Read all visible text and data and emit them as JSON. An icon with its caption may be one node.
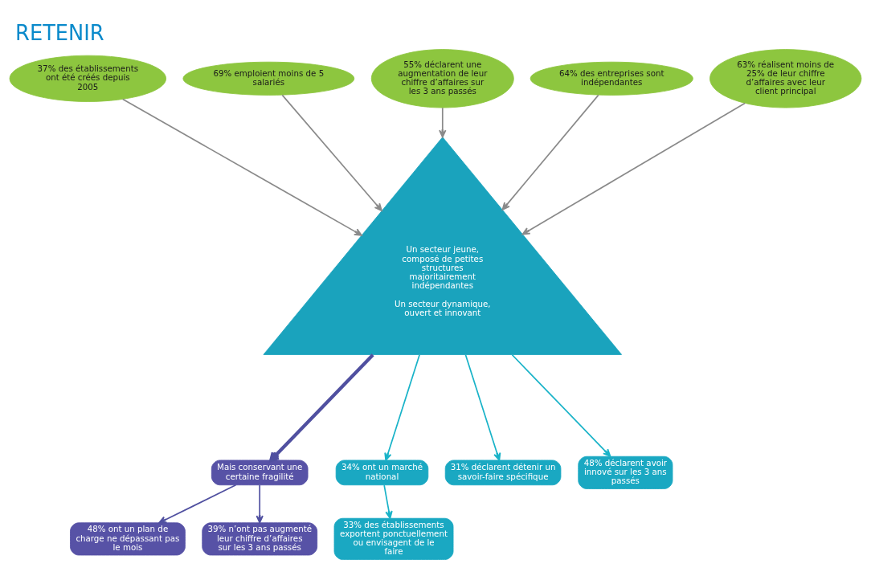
{
  "diagram": {
    "title": "RETENIR",
    "nodes": [
      {
        "text": [
          "37% des établissements ont été créés depuis 2005"
        ]
      },
      {
        "text": [
          "69% emploient moins de 5 salariés"
        ]
      },
      {
        "text": [
          "55% déclarent une augmentation de leur chiffre d’affaires sur les 3 ans passés"
        ]
      },
      {
        "text": [
          "64% des entreprises sont indépendantes"
        ]
      },
      {
        "text": [
          "63% réalisent moins de 25% de leur chiffre d’affaires avec leur client principal"
        ]
      },
      {
        "text": [
          "Un secteur jeune, composé de petites structures majoritairement indépendantes",
          "Un secteur dynamique, ouvert et innovant"
        ]
      },
      {
        "text": [
          "Mais conservant une certaine fragilité"
        ]
      },
      {
        "text": [
          "48% ont un plan de charge ne dépassant pas le mois"
        ]
      },
      {
        "text": [
          "39% n’ont pas augmenté leur chiffre d’affaires sur les 3 ans passés"
        ]
      },
      {
        "text": [
          "34% ont un marché national"
        ]
      },
      {
        "text": [
          "31% déclarent détenir un savoir-faire spécifique"
        ]
      },
      {
        "text": [
          "48% déclarent avoir innové sur les 3 ans passés"
        ]
      },
      {
        "text": [
          "33% des établissements exportent ponctuellement ou envisagent de le faire"
        ]
      }
    ],
    "edges": [
      {
        "from": 0,
        "to": 5,
        "arrow": "to"
      },
      {
        "from": 1,
        "to": 5,
        "arrow": "to"
      },
      {
        "from": 2,
        "to": 5,
        "arrow": "to"
      },
      {
        "from": 3,
        "to": 5,
        "arrow": "to"
      },
      {
        "from": 4,
        "to": 5,
        "arrow": "to"
      },
      {
        "from": 5,
        "to": 6,
        "arrow": "to",
        "style": "thick",
        "color": "#5050a0"
      },
      {
        "from": 6,
        "to": 7,
        "arrow": "to",
        "color": "#5050a0"
      },
      {
        "from": 6,
        "to": 8,
        "arrow": "to",
        "color": "#5050a0"
      },
      {
        "from": 5,
        "to": 9,
        "arrow": "to",
        "color": "#19b3c8"
      },
      {
        "from": 5,
        "to": 10,
        "arrow": "to",
        "color": "#19b3c8"
      },
      {
        "from": 5,
        "to": 11,
        "arrow": "to",
        "color": "#19b3c8"
      },
      {
        "from": 9,
        "to": 12,
        "arrow": "to",
        "color": "#19b3c8"
      }
    ]
  }
}
